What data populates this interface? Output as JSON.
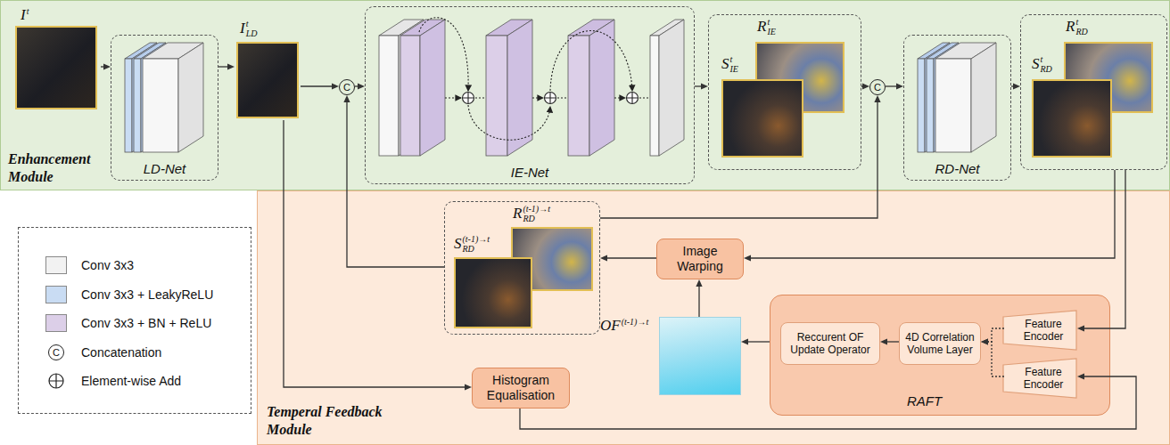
{
  "diagram": {
    "nodes": [
      {
        "text": [
          "Enhancement Module"
        ]
      },
      {
        "text": [
          "I",
          "t"
        ],
        "in": 0
      },
      {
        "text": [
          "LD-Net"
        ],
        "in": 0
      },
      {
        "text": [
          "I",
          "t",
          "LD"
        ],
        "in": 0
      },
      {
        "text": [
          "C"
        ],
        "in": 0
      },
      {
        "text": [
          "IE-Net"
        ],
        "in": 0
      },
      {
        "text": [
          "S",
          "t",
          "IE",
          "R",
          "t",
          "IE"
        ],
        "in": 0
      },
      {
        "text": [
          "C"
        ],
        "in": 0
      },
      {
        "text": [
          "RD-Net"
        ],
        "in": 0
      },
      {
        "text": [
          "S",
          "t",
          "RD",
          "R",
          "t",
          "RD"
        ],
        "in": 0
      },
      {
        "text": [
          "Temperal Feedback Module"
        ]
      },
      {
        "text": [
          "S",
          "(t-1)→t",
          "RD",
          "R",
          "(t-1)→t",
          "RD"
        ],
        "in": 10
      },
      {
        "text": [
          "Image Warping"
        ],
        "in": 10
      },
      {
        "text": [
          "OF",
          "(t-1)→t"
        ],
        "in": 10
      },
      {
        "text": [
          "Histogram Equalisation"
        ],
        "in": 10
      },
      {
        "text": [
          "RAFT"
        ],
        "in": 10
      },
      {
        "text": [
          "Reccurent OF Update Operator"
        ],
        "in": 15
      },
      {
        "text": [
          "4D Correlation Volume Layer"
        ],
        "in": 15
      },
      {
        "text": [
          "Feature Encoder"
        ],
        "in": 15
      },
      {
        "text": [
          "Feature Encoder"
        ],
        "in": 15
      }
    ],
    "edges": [
      {
        "from": 1,
        "to": 2,
        "arrow": "to"
      },
      {
        "from": 2,
        "to": 3,
        "arrow": "to"
      },
      {
        "from": 3,
        "to": 4,
        "arrow": "to"
      },
      {
        "from": 4,
        "to": 5,
        "arrow": "to"
      },
      {
        "from": 5,
        "to": 6,
        "arrow": "to"
      },
      {
        "from": 6,
        "to": 7,
        "arrow": "to"
      },
      {
        "from": 7,
        "to": 8,
        "arrow": "to"
      },
      {
        "from": 8,
        "to": 9,
        "arrow": "to"
      },
      {
        "from": 9,
        "to": 12,
        "arrow": "to"
      },
      {
        "from": 9,
        "to": 18,
        "arrow": "to"
      },
      {
        "from": 12,
        "to": 11,
        "arrow": "to"
      },
      {
        "from": 11,
        "to": 4,
        "arrow": "to"
      },
      {
        "from": 11,
        "to": 7,
        "arrow": "to"
      },
      {
        "from": 13,
        "to": 12,
        "arrow": "to"
      },
      {
        "from": 15,
        "to": 13,
        "arrow": "to"
      },
      {
        "from": 17,
        "to": 16,
        "arrow": "to"
      },
      {
        "from": 18,
        "to": 17,
        "arrow": "to"
      },
      {
        "from": 19,
        "to": 17,
        "arrow": "to"
      },
      {
        "from": 3,
        "to": 14,
        "arrow": "to"
      },
      {
        "from": 14,
        "to": 19,
        "arrow": "to"
      }
    ],
    "labels": [
      "C"
    ],
    "legend": [
      {
        "text": "Conv 3x3",
        "color": "#f2f2f2"
      },
      {
        "text": "Conv 3x3 + LeakyReLU",
        "color": "#c9dcf3"
      },
      {
        "text": "Conv 3x3 + BN + ReLU",
        "color": "#dccfe8"
      },
      {
        "text": "Concatenation"
      },
      {
        "text": "Element-wise Add"
      }
    ]
  }
}
